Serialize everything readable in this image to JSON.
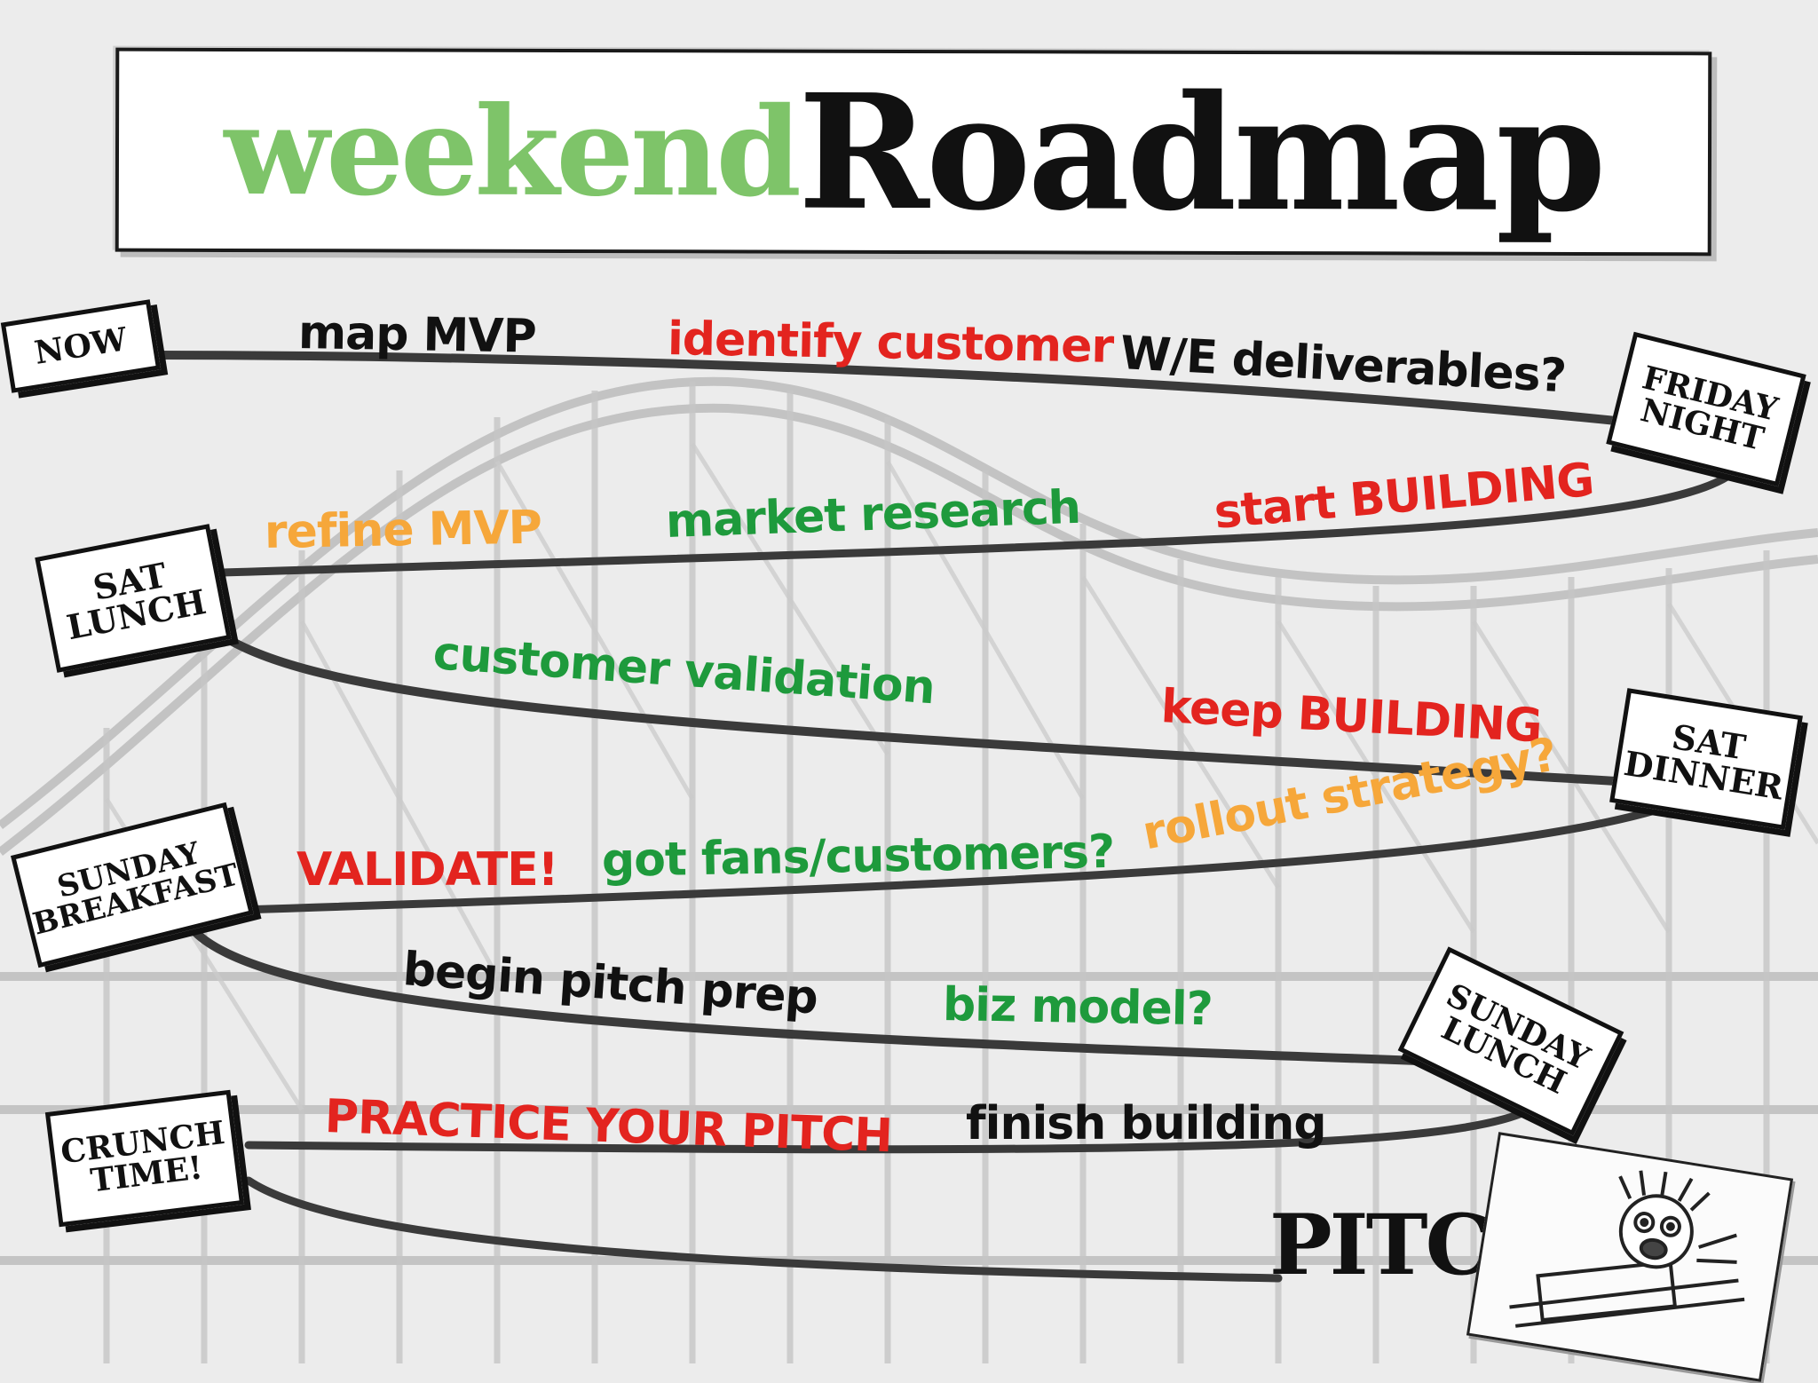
{
  "title": {
    "light": "weekend",
    "bold": "Roadmap"
  },
  "colors": {
    "black": "#111111",
    "green": "#1e9a3c",
    "red": "#e3241f",
    "orange": "#f6a73a",
    "title_green": "#7ec469",
    "track": "#3a3a3a"
  },
  "milestones": [
    {
      "id": "now",
      "label": "NOW"
    },
    {
      "id": "friday_night",
      "label": "FRIDAY\nNIGHT"
    },
    {
      "id": "sat_lunch",
      "label": "SAT\nLUNCH"
    },
    {
      "id": "sat_dinner",
      "label": "SAT\nDINNER"
    },
    {
      "id": "sunday_breakfast",
      "label": "SUNDAY\nBREAKFAST"
    },
    {
      "id": "sunday_lunch",
      "label": "SUNDAY\nLUNCH"
    },
    {
      "id": "crunch_time",
      "label": "CRUNCH\nTIME!"
    }
  ],
  "tasks": [
    {
      "text": "map MVP",
      "color": "black"
    },
    {
      "text": "identify customer",
      "color": "red"
    },
    {
      "text": "W/E deliverables?",
      "color": "black"
    },
    {
      "text": "refine MVP",
      "color": "orange"
    },
    {
      "text": "market research",
      "color": "green"
    },
    {
      "text": "start BUILDING",
      "color": "red"
    },
    {
      "text": "customer validation",
      "color": "green"
    },
    {
      "text": "keep BUILDING",
      "color": "red"
    },
    {
      "text": "VALIDATE!",
      "color": "red"
    },
    {
      "text": "got fans/customers?",
      "color": "green"
    },
    {
      "text": "rollout strategy?",
      "color": "orange"
    },
    {
      "text": "begin pitch prep",
      "color": "black"
    },
    {
      "text": "biz model?",
      "color": "green"
    },
    {
      "text": "PRACTICE YOUR PITCH",
      "color": "red"
    },
    {
      "text": "finish building",
      "color": "black"
    }
  ],
  "final": {
    "label": "PITCH",
    "icon": "roller-coaster-rider-sketch-icon"
  }
}
